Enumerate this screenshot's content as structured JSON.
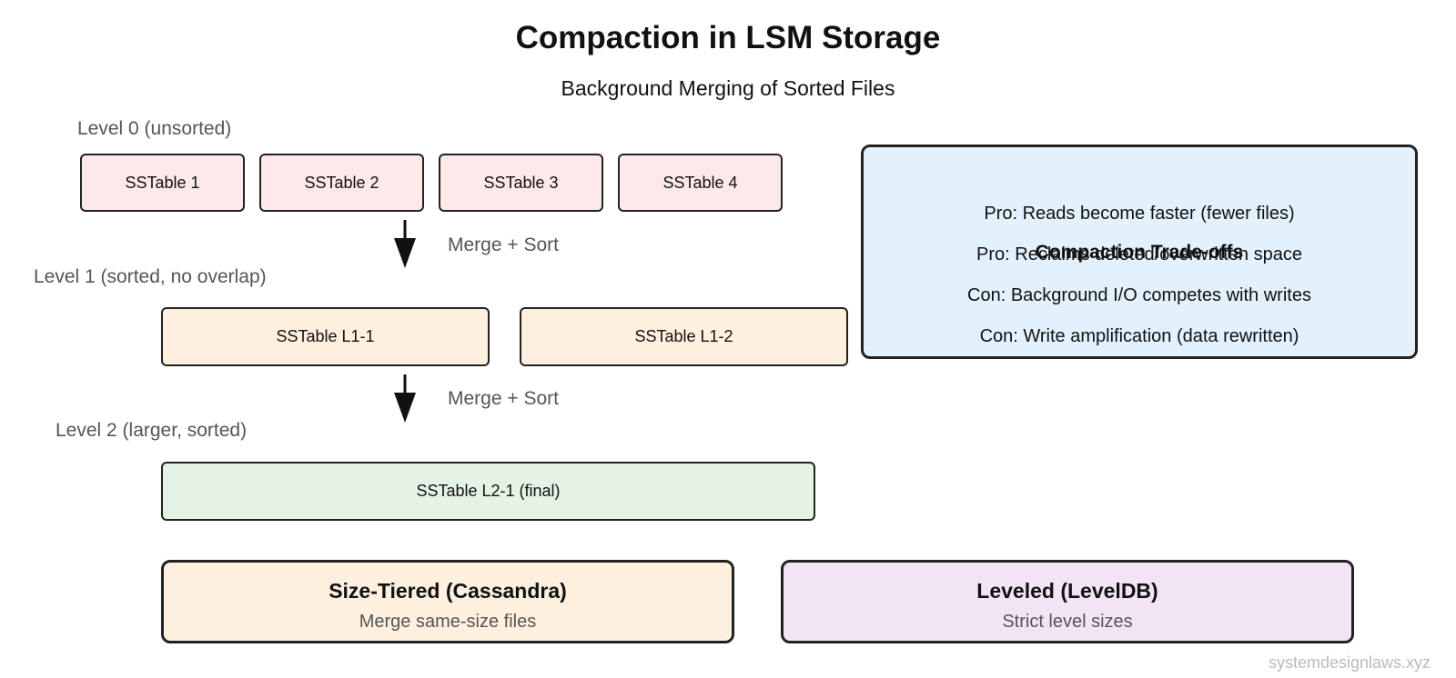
{
  "title": "Compaction in LSM Storage",
  "subtitle": "Background Merging of Sorted Files",
  "levels": {
    "l0": {
      "label": "Level 0 (unsorted)",
      "tables": [
        "SSTable 1",
        "SSTable 2",
        "SSTable 3",
        "SSTable 4"
      ]
    },
    "l1": {
      "label": "Level 1 (sorted, no overlap)",
      "tables": [
        "SSTable L1-1",
        "SSTable L1-2"
      ]
    },
    "l2": {
      "label": "Level 2 (larger, sorted)",
      "tables": [
        "SSTable L2-1 (final)"
      ]
    }
  },
  "arrows": {
    "l0_to_l1": "Merge + Sort",
    "l1_to_l2": "Merge + Sort"
  },
  "tradeoffs": {
    "title": "Compaction Trade-offs",
    "lines": [
      "Pro: Reads become faster (fewer files)",
      "Pro: Reclaims deleted/overwritten space",
      "Con: Background I/O competes with writes",
      "Con: Write amplification (data rewritten)"
    ]
  },
  "strategies": [
    {
      "title": "Size-Tiered (Cassandra)",
      "desc": "Merge same-size files"
    },
    {
      "title": "Leveled (LevelDB)",
      "desc": "Strict level sizes"
    }
  ],
  "watermark": "systemdesignlaws.xyz",
  "colors": {
    "level0_fill": "#fde8ea",
    "level1_fill": "#fdf0df",
    "level2_fill": "#e5f3e4",
    "tradeoffs_fill": "#e3f1fc",
    "size_tiered_fill": "#fdf0df",
    "leveled_fill": "#f2e4f5",
    "border": "#222222"
  }
}
